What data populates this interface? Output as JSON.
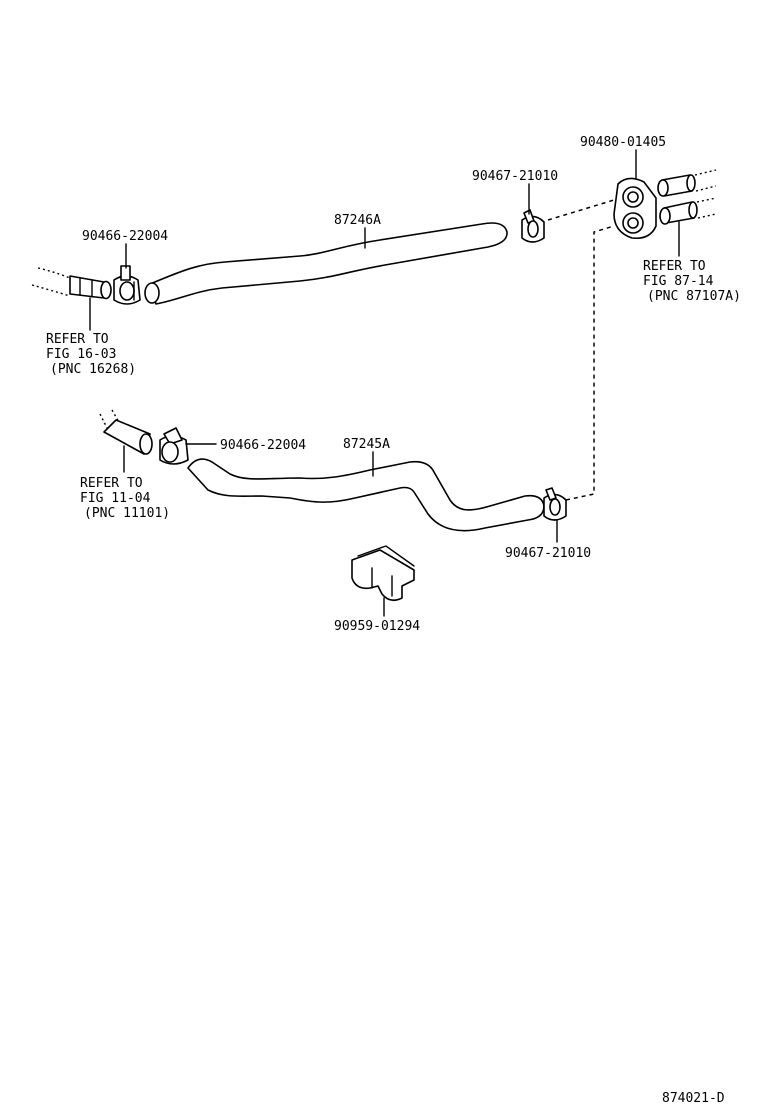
{
  "labels": {
    "hose_upper": "87246A",
    "hose_lower": "87245A",
    "clamp_upper_left": "90466-22004",
    "clamp_lower_left": "90466-22004",
    "clamp_upper_right": "90467-21010",
    "clamp_lower_right": "90467-21010",
    "grommet": "90480-01405",
    "clip": "90959-01294"
  },
  "refs": {
    "ref_1603": [
      "REFER TO",
      "FIG 16-03",
      "(PNC 16268)"
    ],
    "ref_1104": [
      "REFER TO",
      "FIG 11-04",
      "(PNC 11101)"
    ],
    "ref_8714": [
      "REFER TO",
      "FIG 87-14",
      "(PNC 87107A)"
    ]
  },
  "figure_code": "874021-D"
}
